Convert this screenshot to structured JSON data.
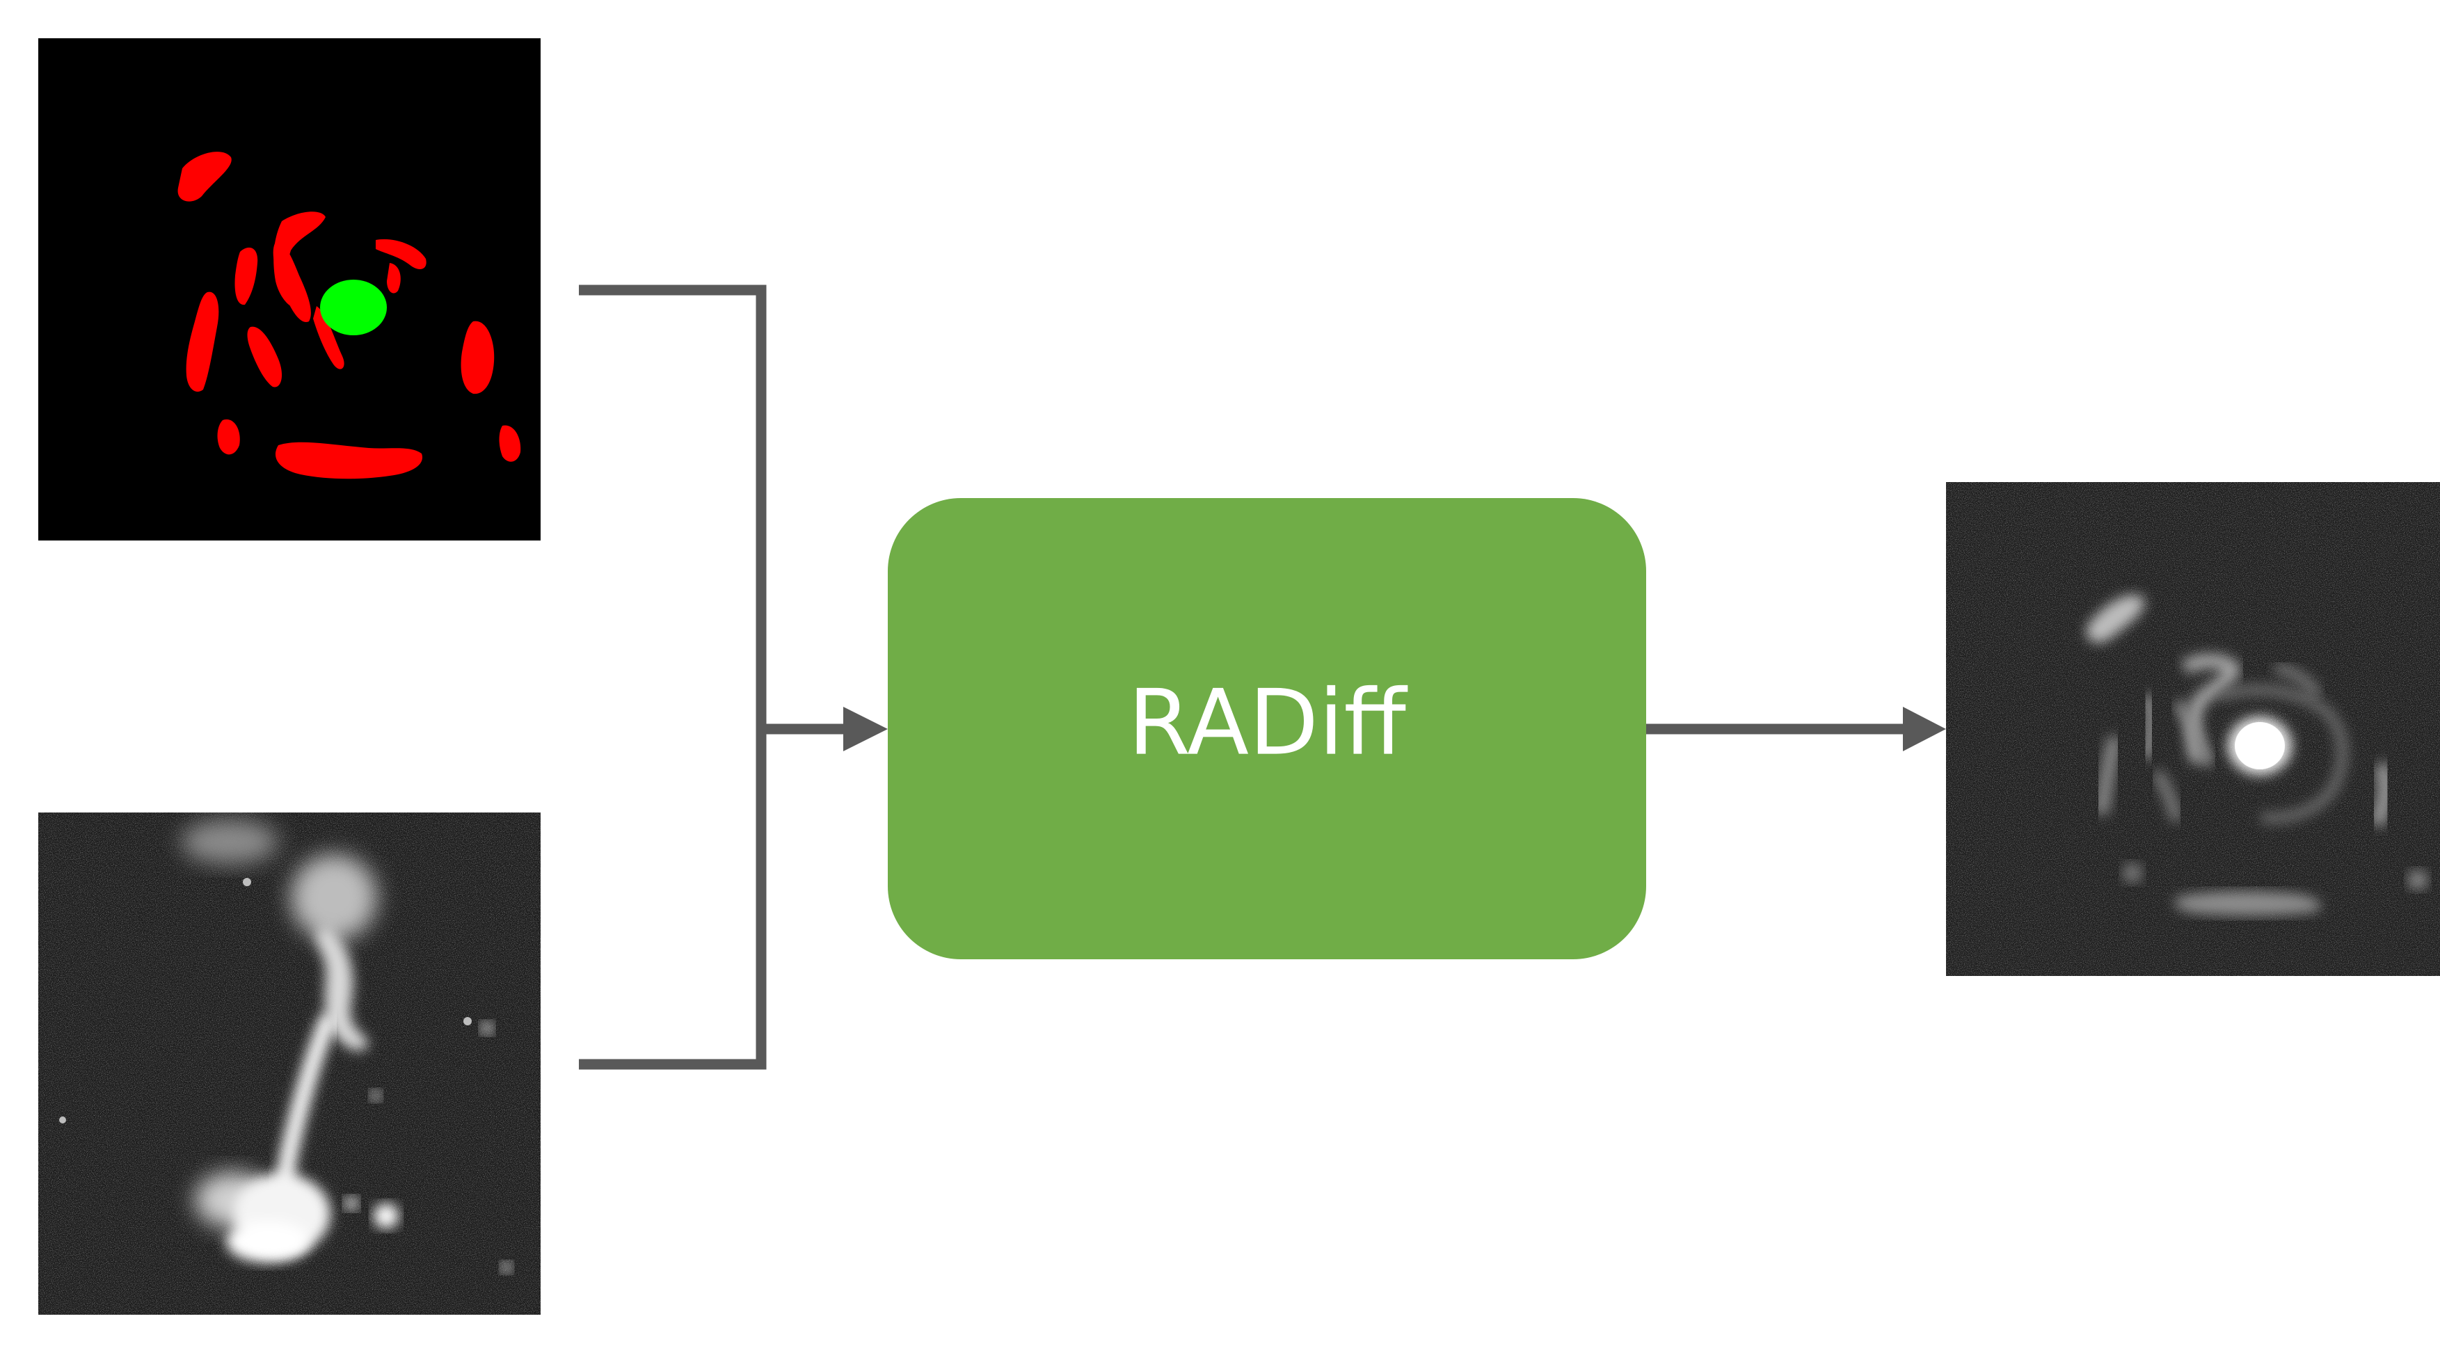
{
  "diagram": {
    "model": {
      "label": "RADiff",
      "fill_color": "#70AD47",
      "text_color": "#FFFFFF"
    },
    "inputs": [
      {
        "name": "segmentation-mask",
        "background_color": "#000000",
        "colors": [
          "#FF0000",
          "#00FF00"
        ]
      },
      {
        "name": "radio-galaxy-image",
        "background_color": "#1C1C1C",
        "colors": [
          "#FFFFFF"
        ]
      }
    ],
    "output": {
      "name": "generated-radio-image",
      "background_color": "#1E1E1E",
      "colors": [
        "#FFFFFF"
      ]
    },
    "connector_color": "#595959"
  }
}
